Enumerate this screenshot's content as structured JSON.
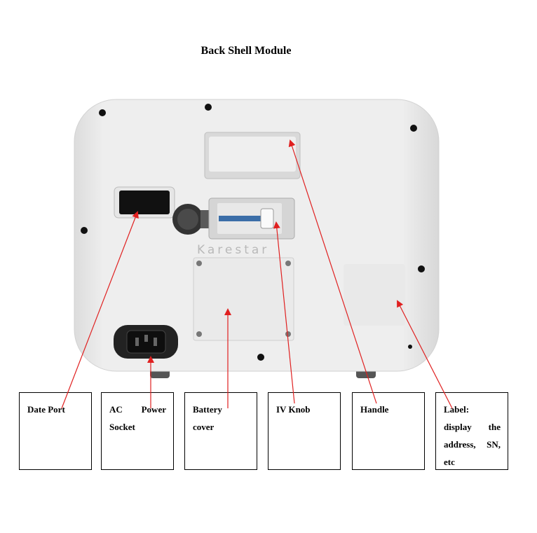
{
  "title": "Back Shell Module",
  "brand_watermark": "Karestar",
  "labels": {
    "data_port": "Date Port",
    "ac_power_socket": {
      "line1": "AC Power",
      "line2": "Socket"
    },
    "battery_cover": {
      "line1": "Battery",
      "line2": "cover"
    },
    "iv_knob": "IV Knob",
    "handle": "Handle",
    "label_info": {
      "line1": "Label:",
      "line2": "display the",
      "line3": "address, SN,",
      "line4": "etc"
    }
  },
  "colors": {
    "arrow": "#e02020",
    "shell": "#ececec",
    "shell_edge": "#d4d4d4",
    "outline": "#000000"
  }
}
